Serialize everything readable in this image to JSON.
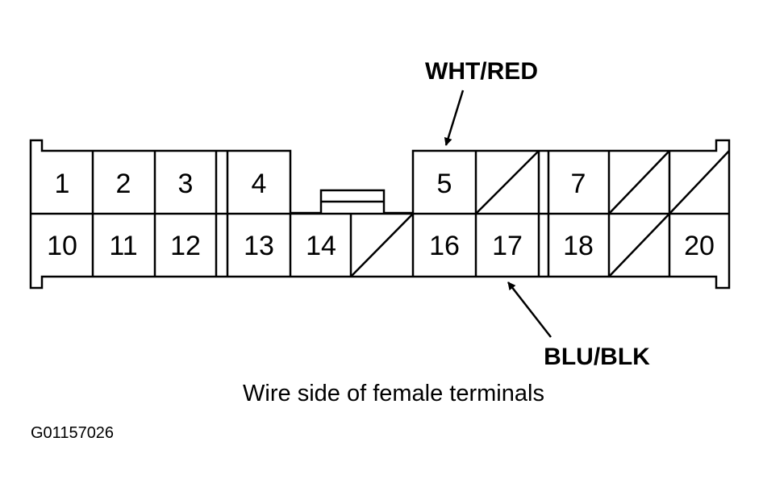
{
  "wire_top": "WHT/RED",
  "wire_bottom": "BLU/BLK",
  "caption": "Wire side of female terminals",
  "figure_code": "G01157026",
  "pins": {
    "p1": "1",
    "p2": "2",
    "p3": "3",
    "p4": "4",
    "p5": "5",
    "p7": "7",
    "p10": "10",
    "p11": "11",
    "p12": "12",
    "p13": "13",
    "p14": "14",
    "p16": "16",
    "p17": "17",
    "p18": "18",
    "p20": "20"
  }
}
